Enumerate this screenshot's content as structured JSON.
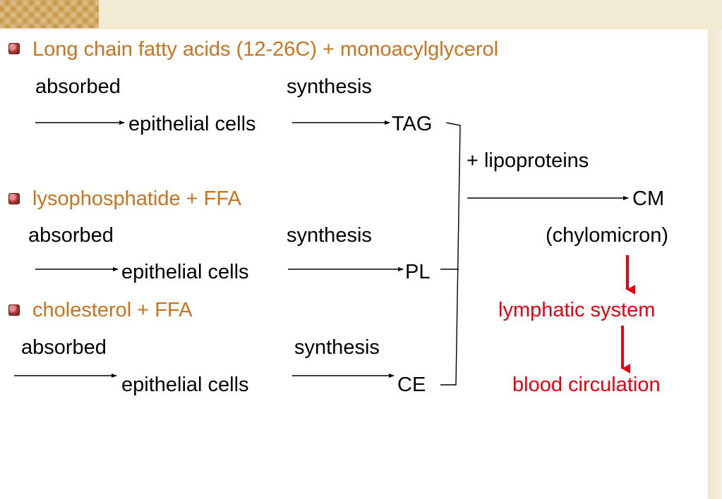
{
  "colors": {
    "heading": "#c8741f",
    "highlight": "#e60012",
    "text": "#000000"
  },
  "icons": {
    "bullet": "flower-bullet-icon"
  },
  "rows": [
    {
      "heading": "Long chain fatty acids (12-26C) + monoacylglycerol",
      "absorbed": "absorbed",
      "synthesis": "synthesis",
      "site": "epithelial cells",
      "product": "TAG"
    },
    {
      "heading": "lysophosphatide + FFA",
      "absorbed": "absorbed",
      "synthesis": "synthesis",
      "site": "epithelial cells",
      "product": "PL"
    },
    {
      "heading": "cholesterol + FFA",
      "absorbed": "absorbed",
      "synthesis": "synthesis",
      "site": "epithelial cells",
      "product": "CE"
    }
  ],
  "merge": {
    "with": "+ lipoproteins",
    "result": "CM",
    "result_note": "(chylomicron)"
  },
  "pathway": {
    "step1": "lymphatic system",
    "step2": "blood circulation"
  }
}
